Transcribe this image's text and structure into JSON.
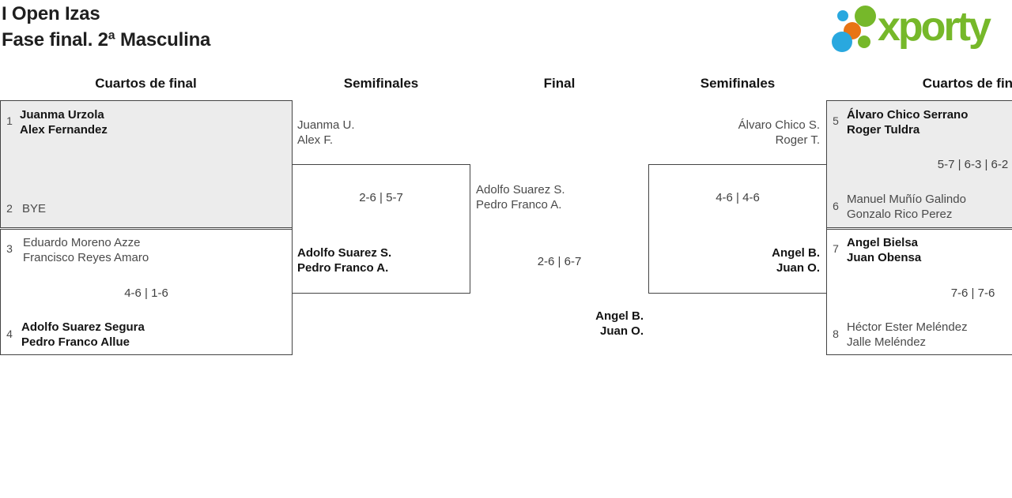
{
  "title": {
    "line1": "I Open Izas",
    "line2": "Fase final. 2ª Masculina"
  },
  "logo": {
    "wordmark": "xporty",
    "green": "#76b82a",
    "blue": "#29a8df",
    "orange": "#e87414"
  },
  "rounds": [
    "Cuartos de final",
    "Semifinales",
    "Final",
    "Semifinales",
    "Cuartos de final"
  ],
  "matches": {
    "ql1": {
      "seed_top": "1",
      "top": [
        "Juanma Urzola",
        "Alex Fernandez"
      ],
      "seed_bottom": "2",
      "bottom": [
        "BYE"
      ],
      "winner": "top",
      "score": ""
    },
    "ql2": {
      "seed_top": "3",
      "top": [
        "Eduardo Moreno Azze",
        "Francisco Reyes Amaro"
      ],
      "score": "4-6 | 1-6",
      "seed_bottom": "4",
      "bottom": [
        "Adolfo Suarez Segura",
        "Pedro Franco Allue"
      ],
      "winner": "bottom"
    },
    "sfl": {
      "top": [
        "Juanma U.",
        "Alex F."
      ],
      "score": "2-6 | 5-7",
      "bottom": [
        "Adolfo Suarez S.",
        "Pedro Franco A."
      ],
      "winner": "bottom"
    },
    "final": {
      "top": [
        "Adolfo Suarez S.",
        "Pedro Franco A."
      ],
      "score": "2-6 | 6-7",
      "bottom": [
        "Angel B.",
        "Juan O."
      ],
      "winner": "bottom"
    },
    "sfr": {
      "top": [
        "Álvaro Chico S.",
        "Roger T."
      ],
      "score": "4-6 | 4-6",
      "bottom": [
        "Angel B.",
        "Juan O."
      ],
      "winner": "bottom"
    },
    "qr1": {
      "seed_top": "5",
      "top": [
        "Álvaro Chico Serrano",
        "Roger Tuldra"
      ],
      "score": "5-7 | 6-3 | 6-2",
      "seed_bottom": "6",
      "bottom": [
        "Manuel Muñío Galindo",
        "Gonzalo Rico Perez"
      ],
      "winner": "top"
    },
    "qr2": {
      "seed_top": "7",
      "top": [
        "Angel Bielsa",
        "Juan Obensa"
      ],
      "score": "7-6 | 7-6",
      "seed_bottom": "8",
      "bottom": [
        "Héctor Ester Meléndez",
        "Jalle Meléndez"
      ],
      "winner": "top"
    }
  },
  "colors": {
    "box_grey": "#ececec",
    "border": "#444444"
  }
}
